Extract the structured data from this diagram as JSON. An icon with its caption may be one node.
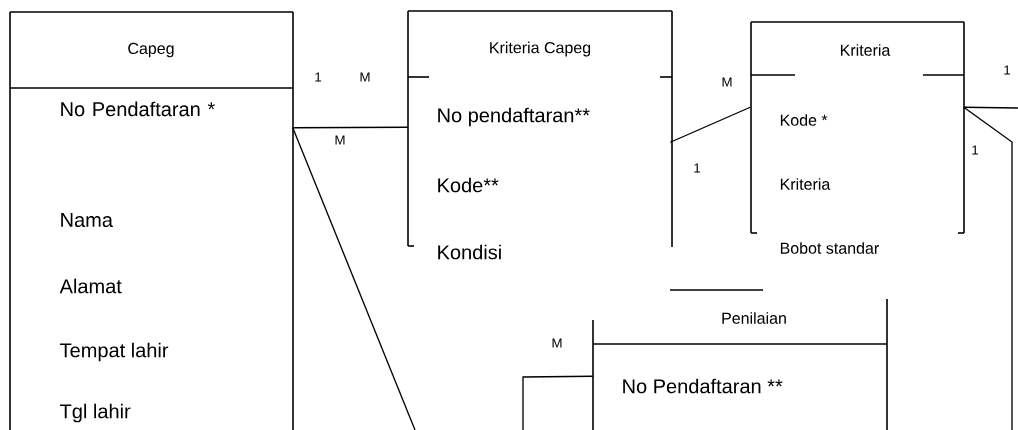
{
  "diagram": {
    "nodes": [
      {
        "text": [
          "Capeg",
          "No Pendaftaran *",
          "Nama",
          "Alamat",
          "Tempat lahir",
          "Tgl lahir"
        ]
      },
      {
        "text": [
          "Kriteria Capeg",
          "No pendaftaran**",
          "Kode**",
          "Kondisi"
        ]
      },
      {
        "text": [
          "Kriteria",
          "Kode *",
          "Kriteria",
          "Bobot standar"
        ]
      },
      {
        "text": [
          "Penilaian",
          "No Pendaftaran **"
        ]
      }
    ],
    "edges": [
      {
        "from": 0,
        "to": 1,
        "arrow": "none"
      },
      {
        "from": 1,
        "to": 2,
        "arrow": "none"
      },
      {
        "from": 0,
        "to": null,
        "arrow": "none"
      },
      {
        "from": null,
        "to": 3,
        "arrow": "none"
      },
      {
        "from": 2,
        "to": null,
        "arrow": "none"
      },
      {
        "from": 2,
        "to": null,
        "arrow": "none"
      }
    ],
    "labels": [
      "1",
      "M",
      "M",
      "1",
      "M",
      "1",
      "1",
      "M"
    ]
  }
}
